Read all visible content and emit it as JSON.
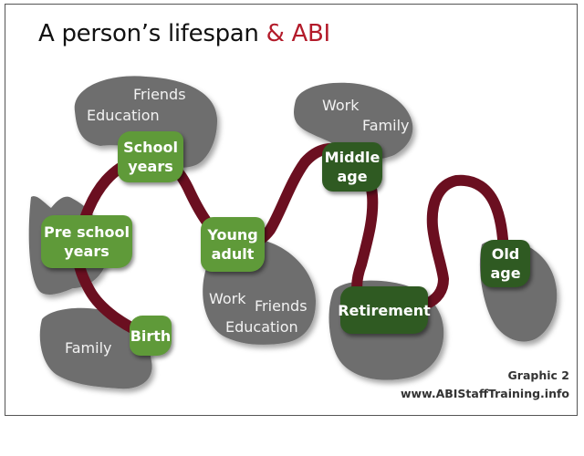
{
  "title": {
    "main": "A person’s lifespan",
    "accent": "& ABI"
  },
  "stages": {
    "pre_school": "Pre school years",
    "school": "School years",
    "birth": "Birth",
    "young_adult": "Young adult",
    "middle_age": "Middle age",
    "retirement": "Retirement",
    "old_age": "Old age"
  },
  "clouds": {
    "school": {
      "friends": "Friends",
      "education": "Education"
    },
    "birth": {
      "family": "Family"
    },
    "young_adult": {
      "work": "Work",
      "friends": "Friends",
      "education": "Education"
    },
    "middle_age": {
      "work": "Work",
      "family": "Family"
    }
  },
  "credit": {
    "graphic": "Graphic 2",
    "site": "www.ABIStaffTraining.info"
  },
  "colors": {
    "accent": "#b31b2a",
    "path": "#6b0f20",
    "cloud": "#6e6e6e",
    "stage_light": "#5f9a39",
    "stage_dark": "#2f5a22"
  }
}
